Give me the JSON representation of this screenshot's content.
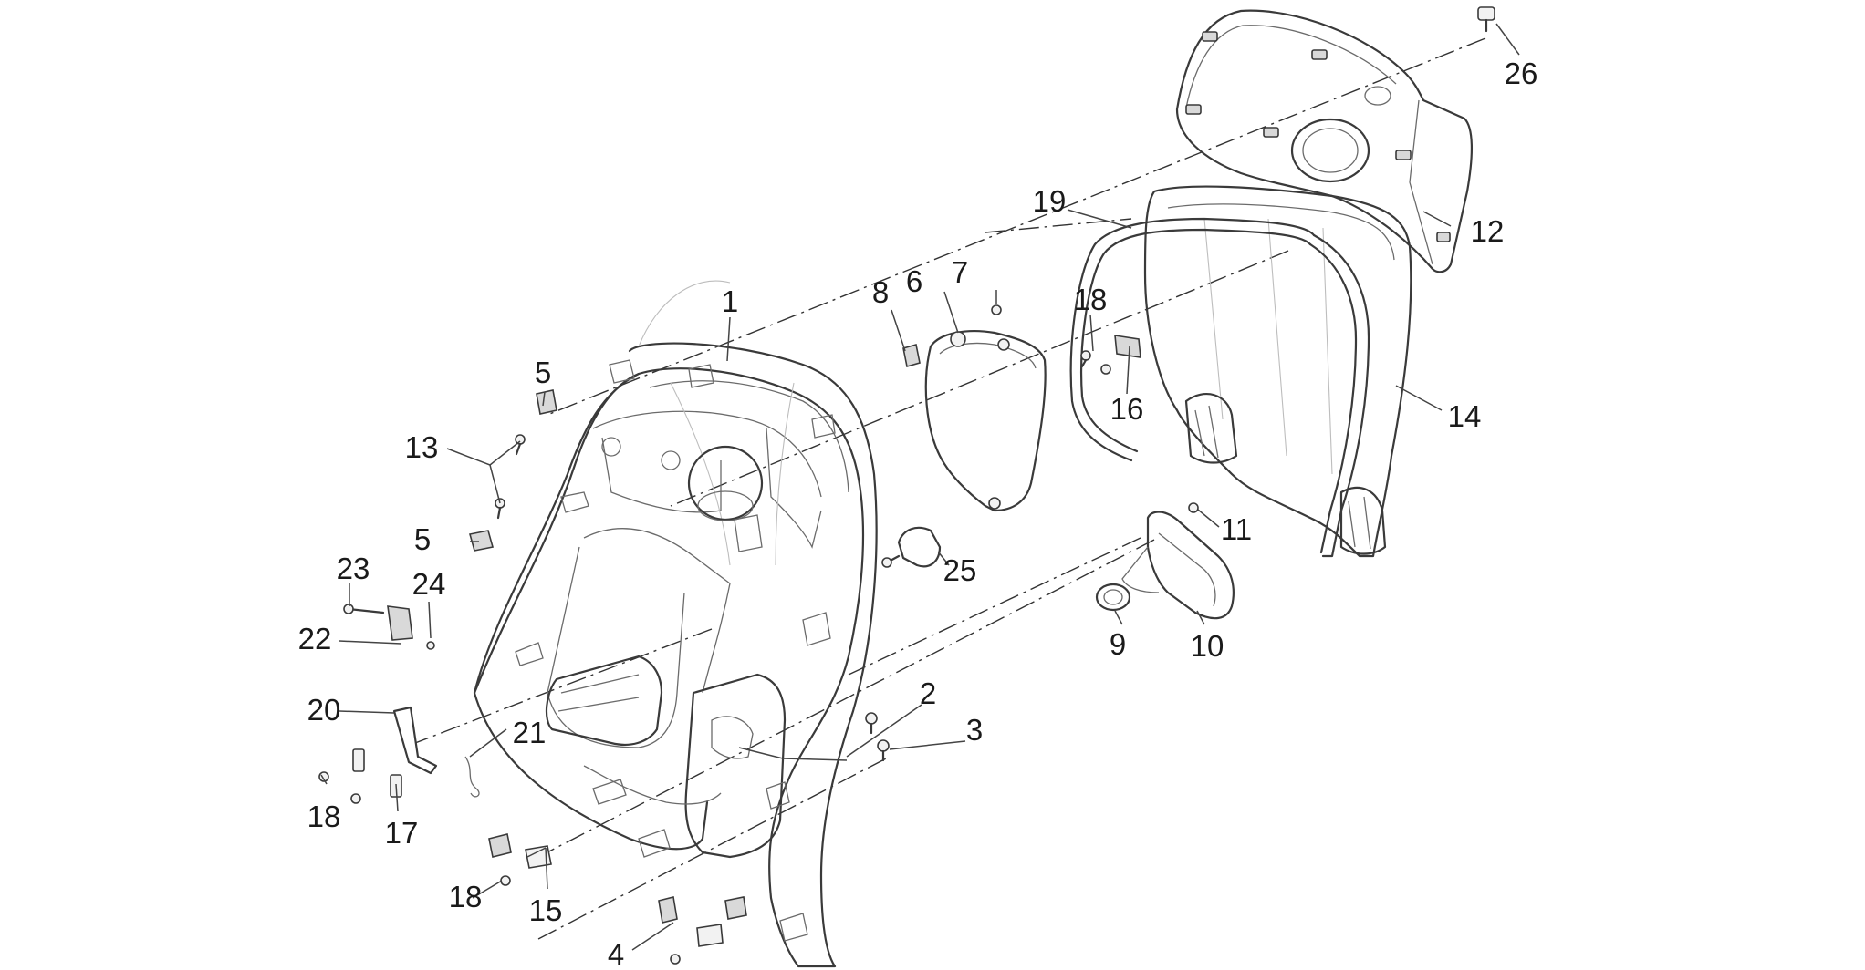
{
  "diagram": {
    "labels": [
      "1",
      "2",
      "3",
      "4",
      "5",
      "5",
      "6",
      "7",
      "8",
      "9",
      "10",
      "11",
      "12",
      "13",
      "14",
      "15",
      "16",
      "17",
      "18",
      "18",
      "18",
      "19",
      "20",
      "21",
      "22",
      "23",
      "24",
      "25",
      "26"
    ]
  }
}
